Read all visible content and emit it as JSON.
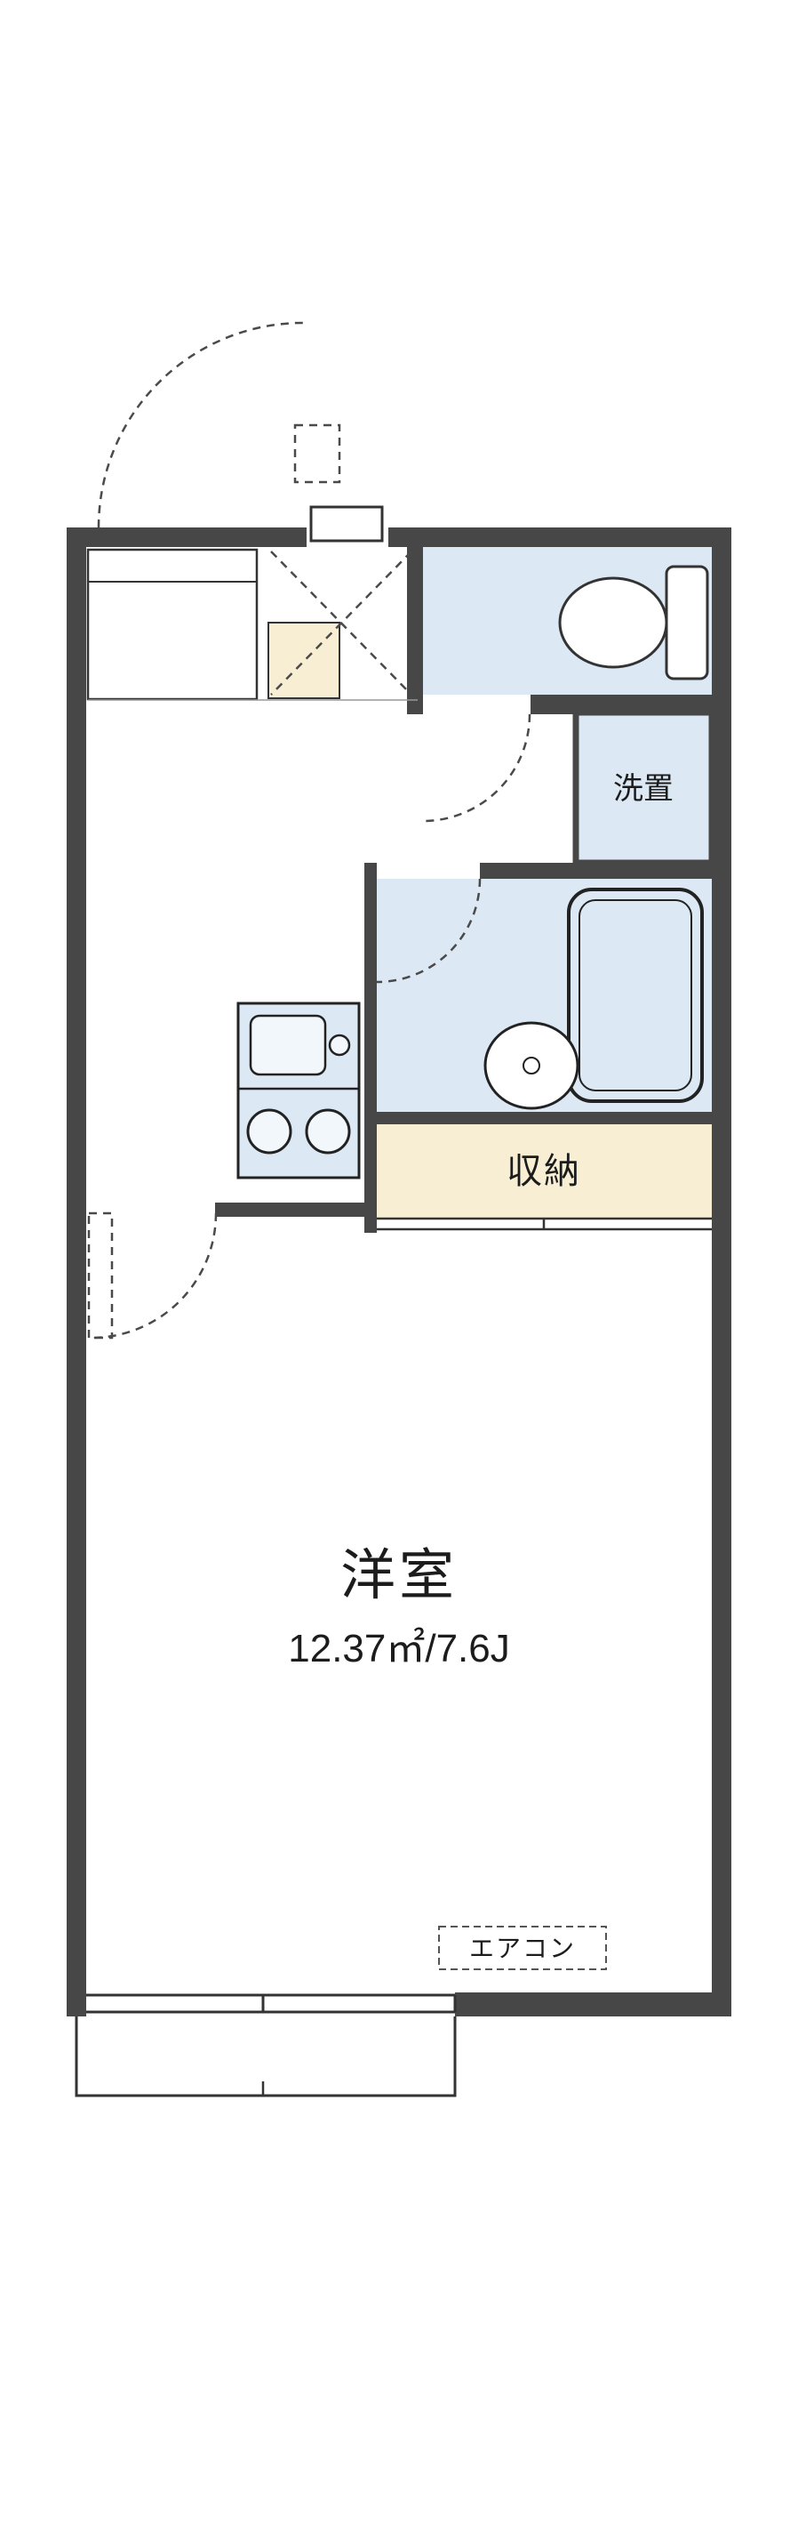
{
  "plan": {
    "type": "apartment-floor-plan",
    "rooms": {
      "main_room": {
        "name": "洋室",
        "size": "12.37㎡/7.6J"
      },
      "closet": {
        "name": "収納"
      },
      "laundry": {
        "name": "洗置"
      },
      "aircon": {
        "name": "エアコン"
      }
    },
    "colors": {
      "wall": "#474747",
      "water": "#dce9f5",
      "water_light": "#f2f7fc",
      "cream": "#f7eed3",
      "line": "#2b2b2b",
      "dash": "#4a4a4a",
      "white": "#ffffff"
    }
  }
}
